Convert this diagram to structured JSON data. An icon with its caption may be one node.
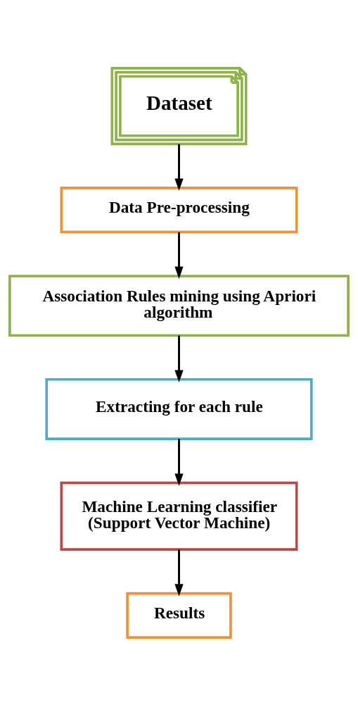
{
  "diagram": {
    "nodes": [
      {
        "text": [
          "Dataset"
        ]
      },
      {
        "text": [
          "Data Pre-processing"
        ]
      },
      {
        "text": [
          "Association Rules mining using Apriori algorithm"
        ]
      },
      {
        "text": [
          "Extracting for each rule"
        ]
      },
      {
        "text": [
          "Machine Learning classifier (Support Vector Machine)"
        ]
      },
      {
        "text": [
          "Results"
        ]
      }
    ],
    "edges": [
      {
        "from": 0,
        "to": 1,
        "arrow": "to"
      },
      {
        "from": 1,
        "to": 2,
        "arrow": "to"
      },
      {
        "from": 2,
        "to": 3,
        "arrow": "to"
      },
      {
        "from": 3,
        "to": 4,
        "arrow": "to"
      },
      {
        "from": 4,
        "to": 5,
        "arrow": "to"
      }
    ]
  }
}
